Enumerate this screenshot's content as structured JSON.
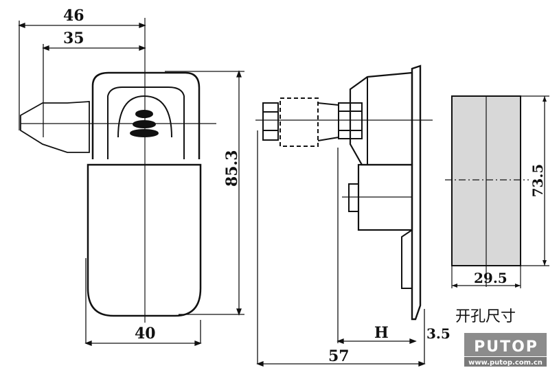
{
  "front_view": {
    "dim_overall_width": "46",
    "dim_handle_width": "35",
    "dim_height": "85.3",
    "dim_body_width": "40"
  },
  "side_view": {
    "dim_h": "H",
    "dim_plate": "3.5",
    "dim_depth": "57"
  },
  "cutout": {
    "dim_height": "73.5",
    "dim_width": "29.5",
    "caption": "开孔尺寸"
  },
  "logo": {
    "brand": "PUTOP",
    "url": "www.putop.com.cn",
    "colors": {
      "banner": "#8c8c8c",
      "url_bar": "#7a7a7a"
    }
  }
}
